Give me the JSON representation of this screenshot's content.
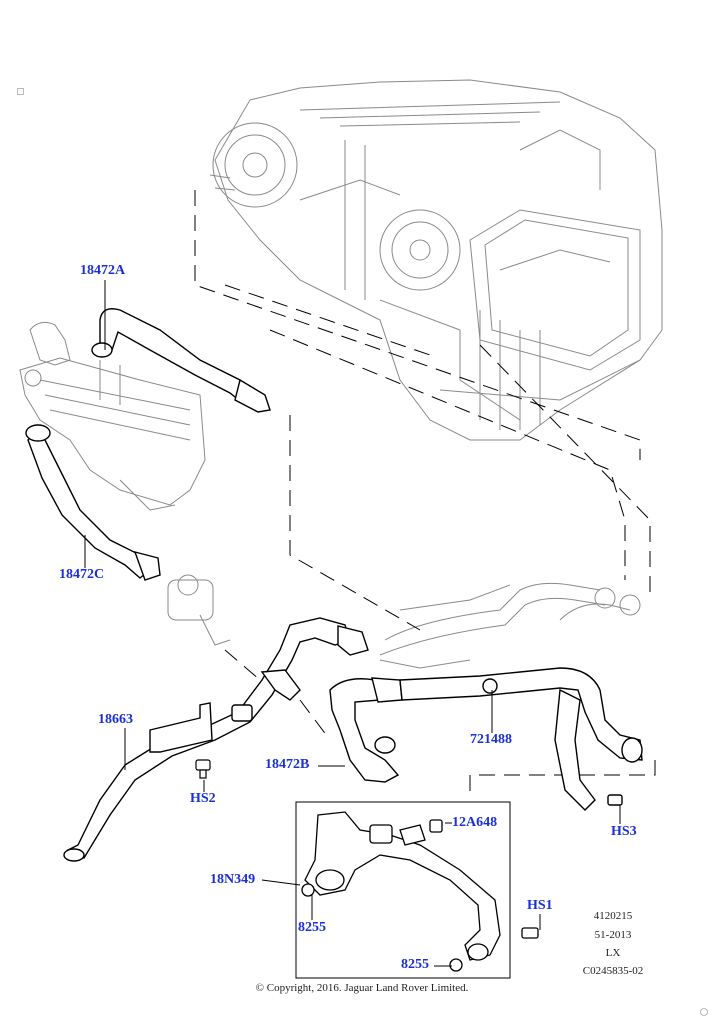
{
  "labels": {
    "l18472A": "18472A",
    "l18472C": "18472C",
    "l18663": "18663",
    "lHS2": "HS2",
    "l18472B": "18472B",
    "l721488": "721488",
    "lHS3": "HS3",
    "l12A648": "12A648",
    "l18N349": "18N349",
    "l8255a": "8255",
    "l8255b": "8255",
    "lHS1": "HS1"
  },
  "reference": {
    "line1": "4120215",
    "line2": "51-2013",
    "line3": "LX",
    "line4": "C0245835-02"
  },
  "copyright": "© Copyright, 2016. Jaguar Land Rover Limited.",
  "colors": {
    "label": "#1a2fd6",
    "line": "#000000",
    "ghost": "#8a8a8a"
  }
}
